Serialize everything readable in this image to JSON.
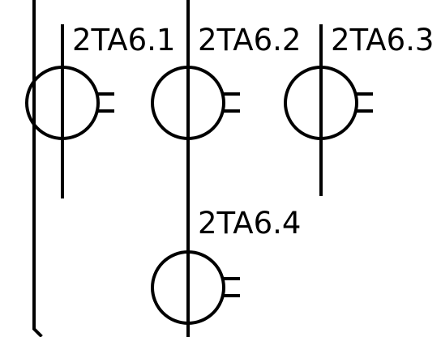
{
  "colors": {
    "background": "#ffffff",
    "stroke": "#000000"
  },
  "transformers": [
    {
      "label": "2TA6.1"
    },
    {
      "label": "2TA6.2"
    },
    {
      "label": "2TA6.3"
    },
    {
      "label": "2TA6.4"
    }
  ]
}
